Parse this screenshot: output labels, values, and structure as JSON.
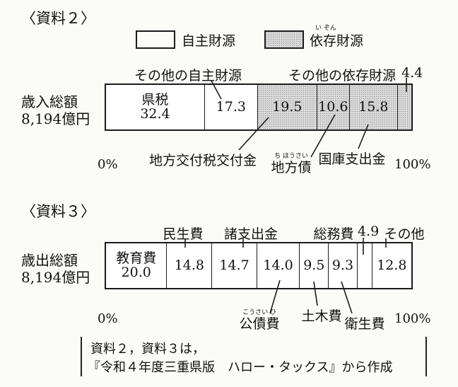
{
  "chart_data": [
    {
      "type": "stacked-bar-100",
      "label": "〈資料２〉",
      "axis_label": [
        "歳入総額",
        "8,194億円"
      ],
      "unit_min": "0%",
      "unit_max": "100%",
      "legend": [
        {
          "name": "自主財源",
          "category": "own"
        },
        {
          "name": "依存財源",
          "category": "dep",
          "ruby": "い ぞん"
        }
      ],
      "segments": [
        {
          "name": "県税",
          "value": 32.4,
          "category": "own",
          "label_pos": "inside"
        },
        {
          "name": "その他の自主財源",
          "value": 17.3,
          "category": "own",
          "label_pos": "above"
        },
        {
          "name": "地方交付税交付金",
          "value": 19.5,
          "category": "dep",
          "label_pos": "below"
        },
        {
          "name": "地方債",
          "value": 10.6,
          "category": "dep",
          "label_pos": "below",
          "ruby": "ち ほうさい"
        },
        {
          "name": "国庫支出金",
          "value": 15.8,
          "category": "dep",
          "label_pos": "below"
        },
        {
          "name": "その他の依存財源",
          "value": 4.4,
          "category": "dep",
          "label_pos": "above",
          "value_outside": true
        }
      ]
    },
    {
      "type": "stacked-bar-100",
      "label": "〈資料３〉",
      "axis_label": [
        "歳出総額",
        "8,194億円"
      ],
      "unit_min": "0%",
      "unit_max": "100%",
      "segments": [
        {
          "name": "教育費",
          "value": 20.0,
          "label_pos": "inside"
        },
        {
          "name": "民生費",
          "value": 14.8,
          "label_pos": "above"
        },
        {
          "name": "諸支出金",
          "value": 14.7,
          "label_pos": "above"
        },
        {
          "name": "公債費",
          "value": 14.0,
          "label_pos": "below",
          "ruby": "こうさい ひ"
        },
        {
          "name": "土木費",
          "value": 9.5,
          "label_pos": "below"
        },
        {
          "name": "衛生費",
          "value": 9.3,
          "label_pos": "below"
        },
        {
          "name": "総務費",
          "value": 4.9,
          "label_pos": "above",
          "value_outside": true
        },
        {
          "name": "その他",
          "value": 12.8,
          "label_pos": "above"
        }
      ]
    }
  ],
  "source_note": {
    "line1": "資料２，資料３は，",
    "line2": "『令和４年度三重県版　ハロー・タックス』から作成"
  }
}
